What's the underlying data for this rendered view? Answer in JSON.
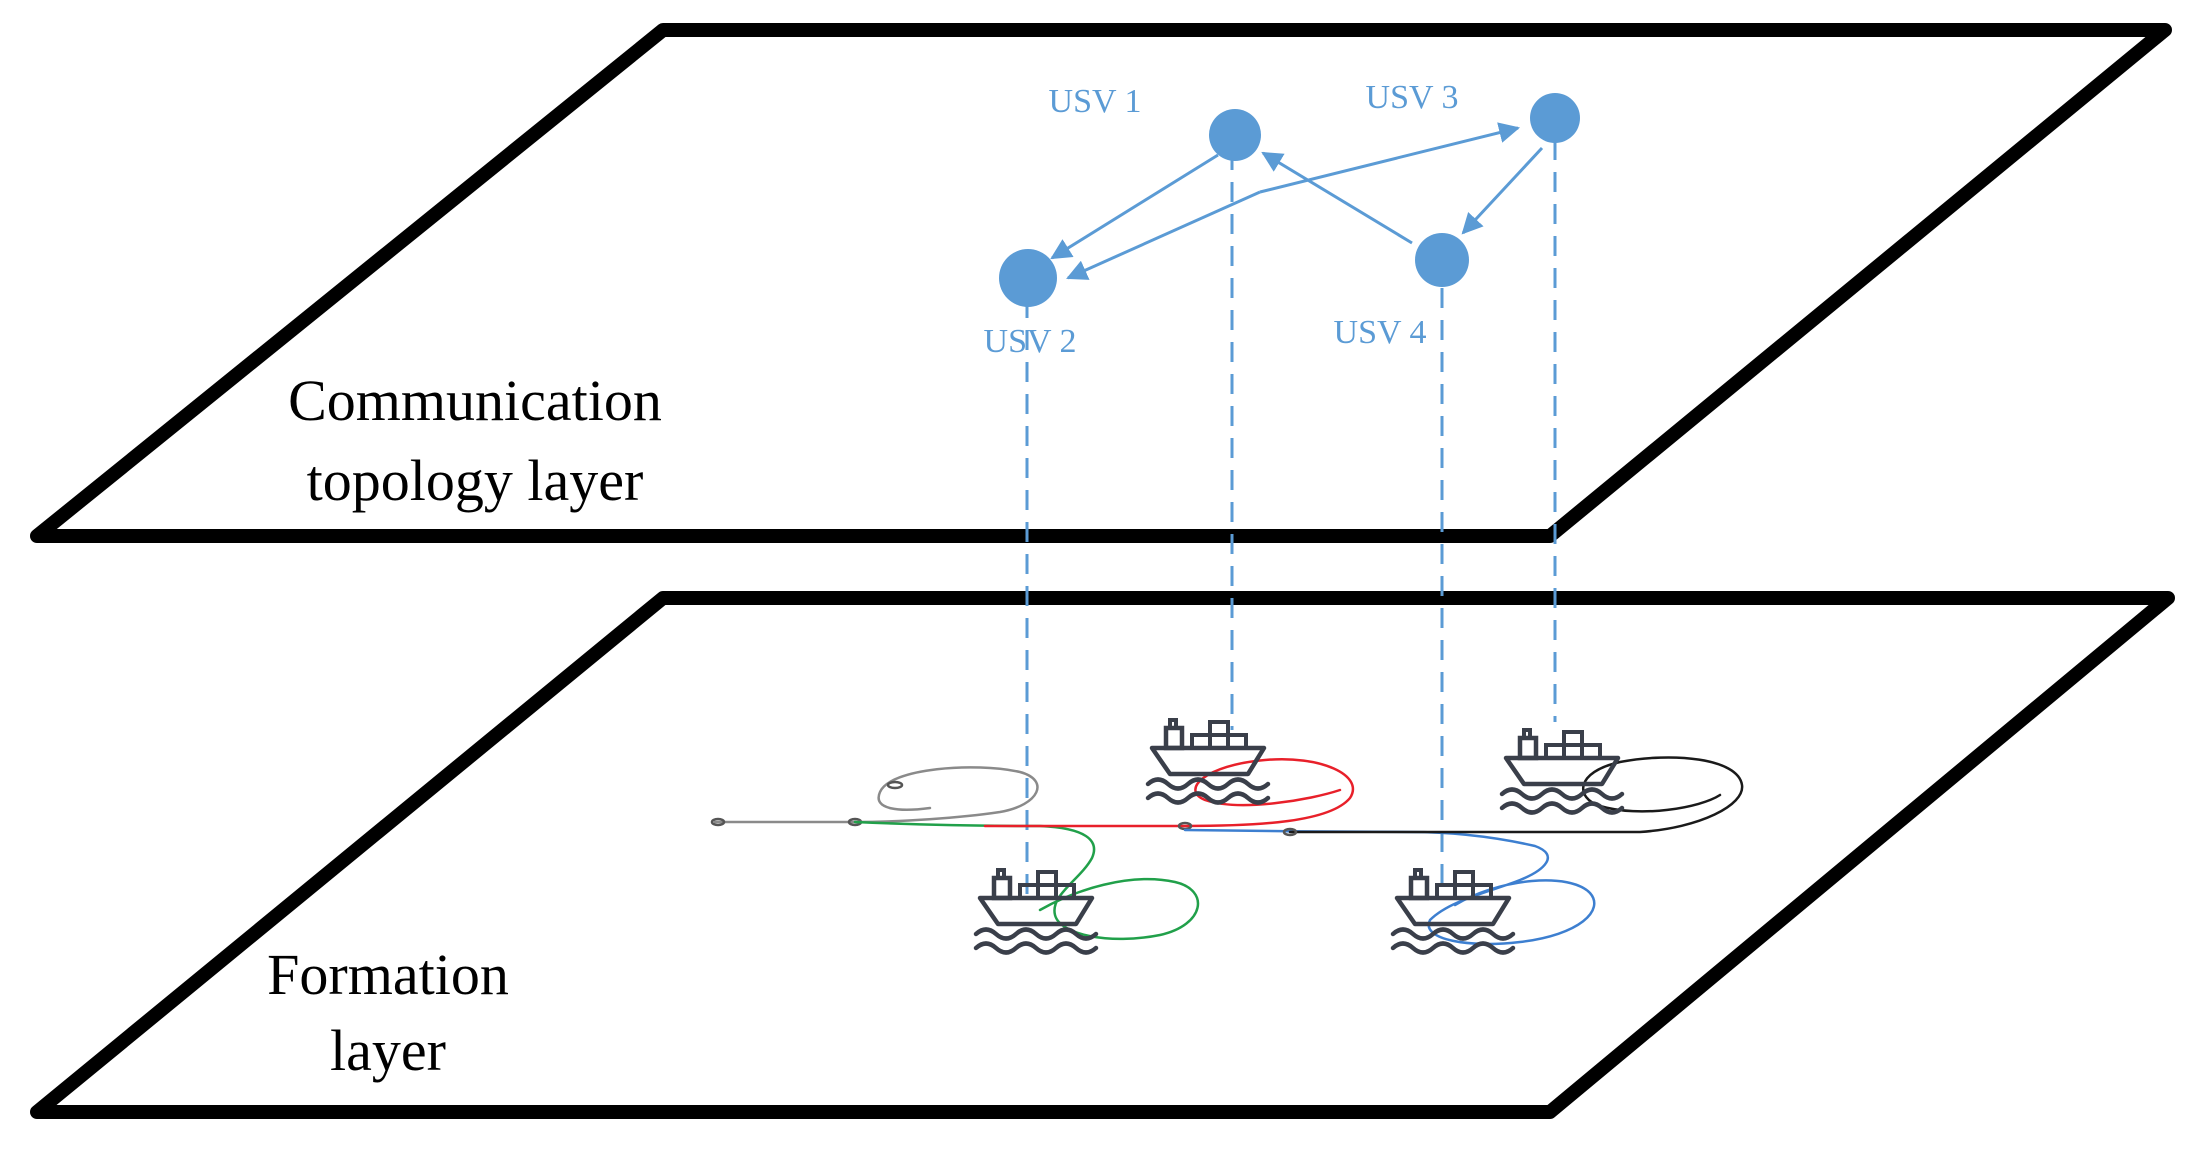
{
  "colors": {
    "node": "#5b9bd5",
    "plane_stroke": "#000000",
    "usv1_path": "#e8202a",
    "usv2_path": "#21a04a",
    "usv3_path": "#1a1a1a",
    "usv4_path": "#3d7fd0",
    "trail_gray": "#8a8a8a",
    "ship": "#3a3f4a"
  },
  "layers": {
    "communication": {
      "line1": "Communication",
      "line2": "topology layer"
    },
    "formation": {
      "line1": "Formation",
      "line2": "layer"
    }
  },
  "nodes": {
    "usv1": {
      "label": "USV 1"
    },
    "usv2": {
      "label": "USV 2"
    },
    "usv3": {
      "label": "USV 3"
    },
    "usv4": {
      "label": "USV 4"
    }
  },
  "edges": [
    {
      "from": "USV 1",
      "to": "USV 2"
    },
    {
      "from": "USV 3",
      "to": "USV 2"
    },
    {
      "from": "USV 2",
      "to": "USV 3"
    },
    {
      "from": "USV 3",
      "to": "USV 4"
    },
    {
      "from": "USV 4",
      "to": "USV 1"
    }
  ],
  "icons": {
    "vessel": "container-ship-icon"
  }
}
